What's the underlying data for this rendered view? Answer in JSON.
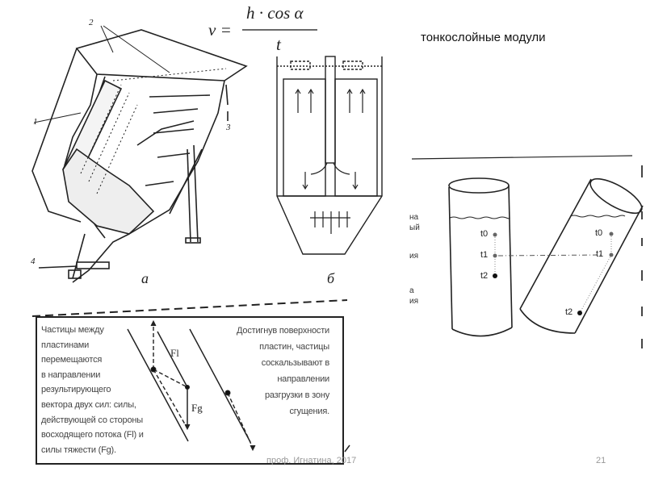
{
  "formula": {
    "lhs": "v =",
    "numerator": "h · cos α",
    "denominator": "t"
  },
  "heading": "тонкослойные модули",
  "figure_a": {
    "labels": [
      "1",
      "2",
      "3",
      "4"
    ],
    "caption": "а"
  },
  "figure_b": {
    "caption": "б"
  },
  "cylinders": {
    "left_cut_text": [
      "на",
      "ый",
      "ия",
      "а",
      "ия"
    ],
    "left_points": [
      "t0",
      "t1",
      "t2"
    ],
    "right_points": [
      "t0",
      "t1",
      "t2"
    ]
  },
  "force_box": {
    "left_text": [
      "Частицы между",
      "пластинами",
      "перемещаются",
      "в направлении",
      "результирующего",
      "вектора двух сил: силы,",
      "действующей со стороны",
      "восходящего потока (Fl) и",
      "силы тяжести (Fg)."
    ],
    "right_text": [
      "Достигнув поверхности",
      "пластин, частицы",
      "соскальзывают в",
      "направлении",
      "разгрузки в зону",
      "сгущения."
    ],
    "fl_label": "Fl",
    "fg_label": "Fg"
  },
  "footer": {
    "author": "проф. Игнатина, 2017",
    "page_number": "21"
  }
}
